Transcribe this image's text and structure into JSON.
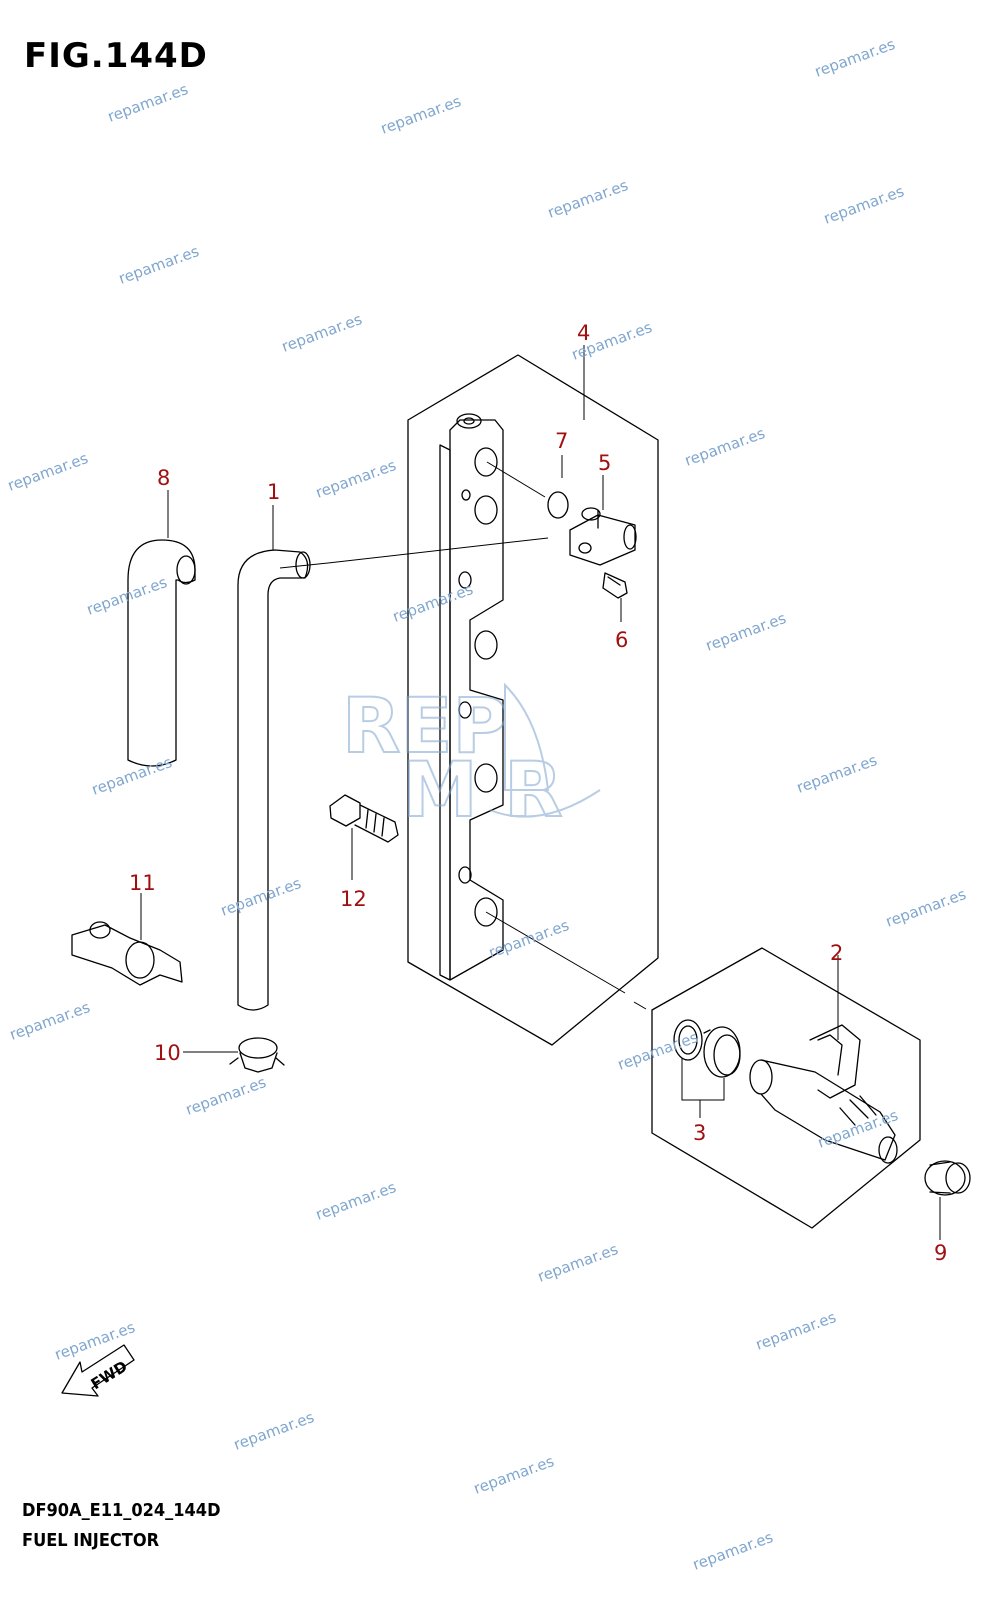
{
  "figure": {
    "title": "FIG.144D",
    "code": "DF90A_E11_024_144D",
    "name": "FUEL INJECTOR"
  },
  "callouts": [
    {
      "id": "c1",
      "label": "1"
    },
    {
      "id": "c2",
      "label": "2"
    },
    {
      "id": "c3",
      "label": "3"
    },
    {
      "id": "c4",
      "label": "4"
    },
    {
      "id": "c5",
      "label": "5"
    },
    {
      "id": "c6",
      "label": "6"
    },
    {
      "id": "c7",
      "label": "7"
    },
    {
      "id": "c8",
      "label": "8"
    },
    {
      "id": "c9",
      "label": "9"
    },
    {
      "id": "c10",
      "label": "10"
    },
    {
      "id": "c11",
      "label": "11"
    },
    {
      "id": "c12",
      "label": "12"
    }
  ],
  "fwd_label": "FWD",
  "watermark": {
    "text": "repamar.es",
    "logo_top": "REP",
    "logo_bottom": "M R"
  },
  "colors": {
    "callout": "#a01010",
    "line": "#000000",
    "watermark": "#7fa6cf"
  }
}
